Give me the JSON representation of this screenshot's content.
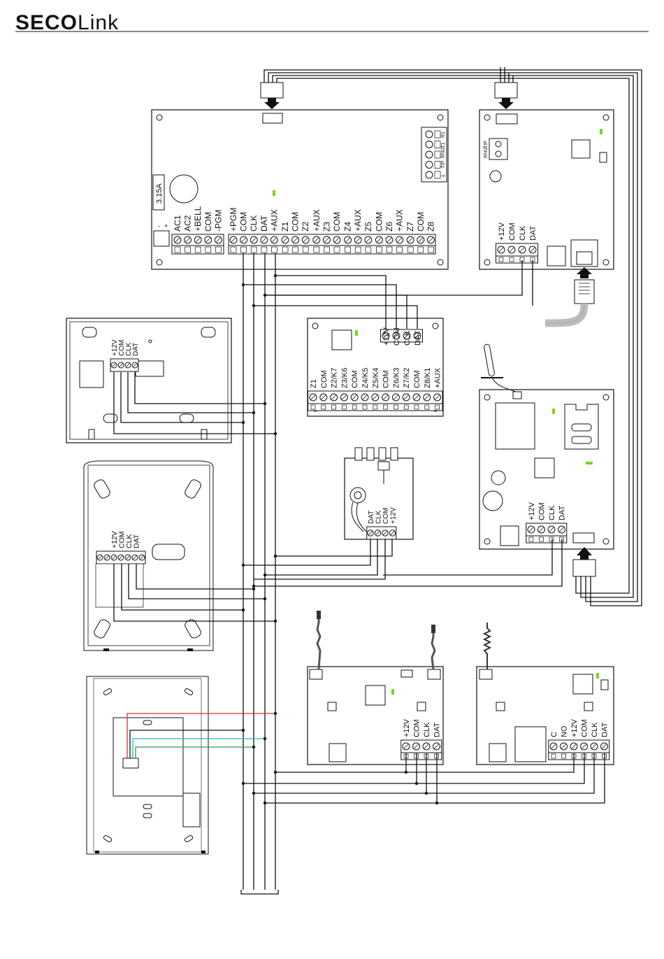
{
  "header": {
    "brand_prefix": "SECO",
    "brand_suffix": "Link"
  },
  "colors": {
    "line": "#111111",
    "led": "#7ed321",
    "wire_red": "#d0302f",
    "wire_cyan": "#27b3c7",
    "wire_green": "#3a9a4e",
    "cable_grey": "#bdbdbd"
  },
  "control_panel": {
    "fuse_label": "3.15A",
    "power_polarity": [
      "-",
      "+"
    ],
    "terminals": [
      "AC1",
      "AC2",
      "+BELL",
      "COM",
      "-PGM",
      "+PGM",
      "COM",
      "CLK",
      "DAT",
      "+AUX",
      "Z1",
      "COM",
      "Z2",
      "+AUX",
      "Z3",
      "COM",
      "Z4",
      "+AUX",
      "Z5",
      "COM",
      "Z6",
      "+AUX",
      "Z7",
      "COM",
      "Z8"
    ],
    "tel_labels": [
      "R1",
      "T1",
      "RNG",
      "TIP",
      "⏚"
    ]
  },
  "phone_module": {
    "line_labels": [
      "TIP",
      "RNG"
    ],
    "terminals": [
      "+12V",
      "COM",
      "CLK",
      "DAT"
    ]
  },
  "zone_expander": {
    "bus_terminals": [
      "+12V",
      "COM",
      "CLK",
      "DAT"
    ],
    "terminals": [
      "Z1",
      "COM",
      "Z2/K7",
      "Z3/K6",
      "COM",
      "Z4/K5",
      "Z5/K4",
      "COM",
      "Z6/K3",
      "Z7/K2",
      "COM",
      "Z8/K1",
      "+AUX"
    ]
  },
  "keypad_small": {
    "terminals": [
      "+12V",
      "COM",
      "CLK",
      "DAT"
    ]
  },
  "keypad_large": {
    "terminals": [
      "+12V",
      "COM",
      "CLK",
      "DAT"
    ]
  },
  "siren": {
    "terminals": [
      "DAT",
      "CLK",
      "COM",
      "+12V"
    ]
  },
  "gsm_module": {
    "terminals": [
      "+12V",
      "COM",
      "CLK",
      "DAT"
    ]
  },
  "wireless_receiver": {
    "terminals": [
      "+12V",
      "COM",
      "CLK",
      "DAT"
    ]
  },
  "relay_module": {
    "terminals": [
      "C",
      "NO",
      "+12V",
      "COM",
      "CLK",
      "DAT"
    ]
  }
}
